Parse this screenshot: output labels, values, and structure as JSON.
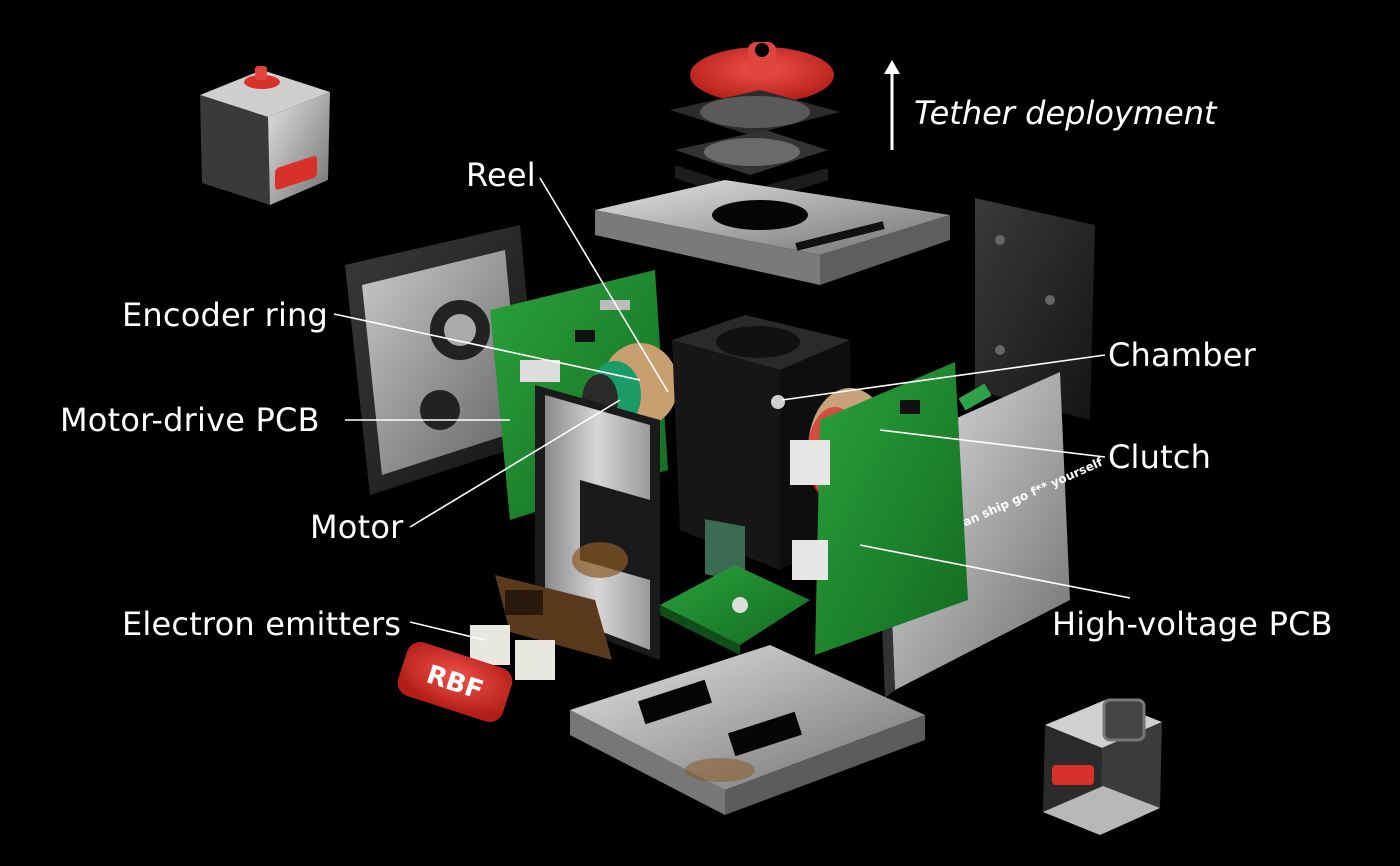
{
  "title": "Tether deployment",
  "labels": {
    "reel": "Reel",
    "encoder_ring": "Encoder ring",
    "motor_drive_pcb": "Motor-drive PCB",
    "motor": "Motor",
    "electron_emitters": "Electron emitters",
    "chamber": "Chamber",
    "clutch": "Clutch",
    "high_voltage_pcb": "High-voltage PCB"
  },
  "engraved_text": "russian ship go f** yourself",
  "badge_text": "RBF",
  "colors": {
    "background": "#000000",
    "pcb": "#1f8a2e",
    "metal": "#b9b9b9",
    "red": "#d8312a",
    "dark": "#1c1c1c"
  }
}
